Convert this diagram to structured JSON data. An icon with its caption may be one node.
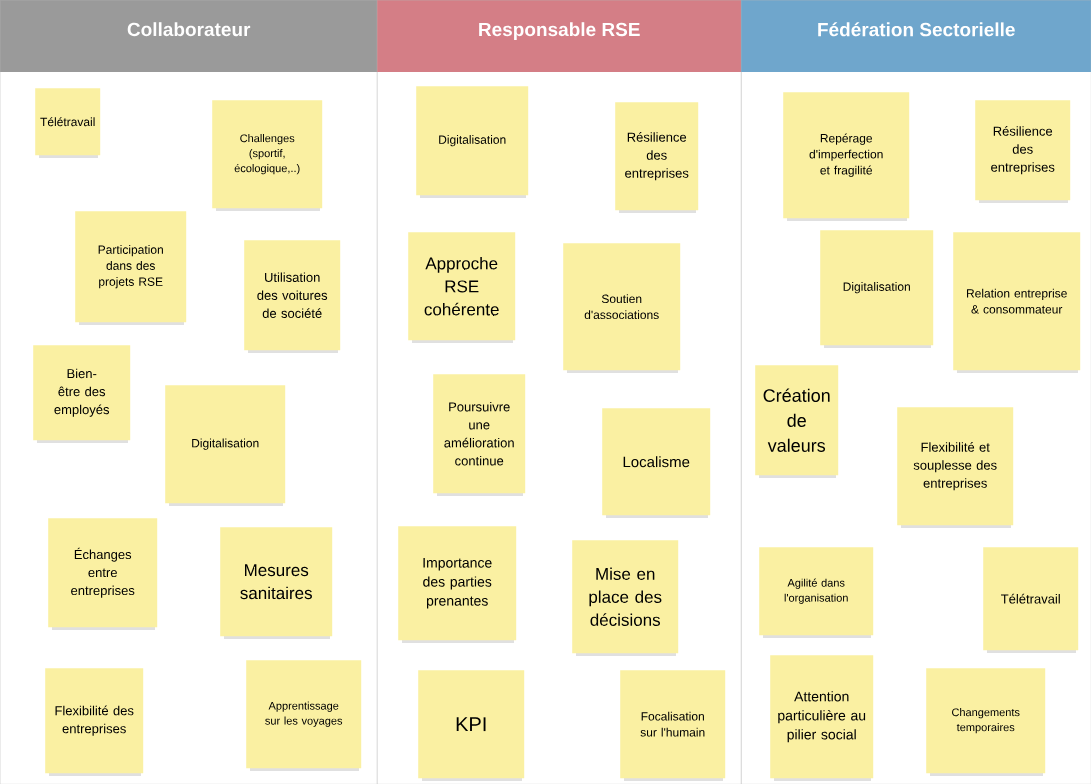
{
  "diagram": {
    "nodes": [
      {
        "text": [
          "Collaborateur"
        ]
      },
      {
        "text": [
          "Responsable RSE"
        ]
      },
      {
        "text": [
          "Fédération Sectorielle"
        ]
      },
      {
        "text": [
          "Télétravail"
        ],
        "in": 0
      },
      {
        "text": [
          "Challenges (sportif, écologique,..)"
        ],
        "in": 0
      },
      {
        "text": [
          "Participation dans des projets RSE"
        ],
        "in": 0
      },
      {
        "text": [
          "Utilisation des voitures de société"
        ],
        "in": 0
      },
      {
        "text": [
          "Bien-être des employés"
        ],
        "in": 0
      },
      {
        "text": [
          "Digitalisation"
        ],
        "in": 0
      },
      {
        "text": [
          "Échanges entre entreprises"
        ],
        "in": 0
      },
      {
        "text": [
          "Mesures sanitaires"
        ],
        "in": 0
      },
      {
        "text": [
          "Flexibilité des entreprises"
        ],
        "in": 0
      },
      {
        "text": [
          "Apprentissage sur les voyages"
        ],
        "in": 0
      },
      {
        "text": [
          "Digitalisation"
        ],
        "in": 1
      },
      {
        "text": [
          "Résilience des entreprises"
        ],
        "in": 1
      },
      {
        "text": [
          "Approche RSE cohérente"
        ],
        "in": 1
      },
      {
        "text": [
          "Soutien d'associations"
        ],
        "in": 1
      },
      {
        "text": [
          "Poursuivre une amélioration continue"
        ],
        "in": 1
      },
      {
        "text": [
          "Localisme"
        ],
        "in": 1
      },
      {
        "text": [
          "Importance des parties prenantes"
        ],
        "in": 1
      },
      {
        "text": [
          "Mise en place des décisions"
        ],
        "in": 1
      },
      {
        "text": [
          "KPI"
        ],
        "in": 1
      },
      {
        "text": [
          "Focalisation sur l'humain"
        ],
        "in": 1
      },
      {
        "text": [
          "Repérage d'imperfection et fragilité"
        ],
        "in": 2
      },
      {
        "text": [
          "Résilience des entreprises"
        ],
        "in": 2
      },
      {
        "text": [
          "Digitalisation"
        ],
        "in": 2
      },
      {
        "text": [
          "Relation entreprise & consommateur"
        ],
        "in": 2
      },
      {
        "text": [
          "Création de valeurs"
        ],
        "in": 2
      },
      {
        "text": [
          "Flexibilité et souplesse des entreprises"
        ],
        "in": 2
      },
      {
        "text": [
          "Agilité dans l'organisation"
        ],
        "in": 2
      },
      {
        "text": [
          "Télétravail"
        ],
        "in": 2
      },
      {
        "text": [
          "Attention particulière au pilier social"
        ],
        "in": 2
      },
      {
        "text": [
          "Changements temporaires"
        ],
        "in": 2
      }
    ],
    "edges": []
  }
}
